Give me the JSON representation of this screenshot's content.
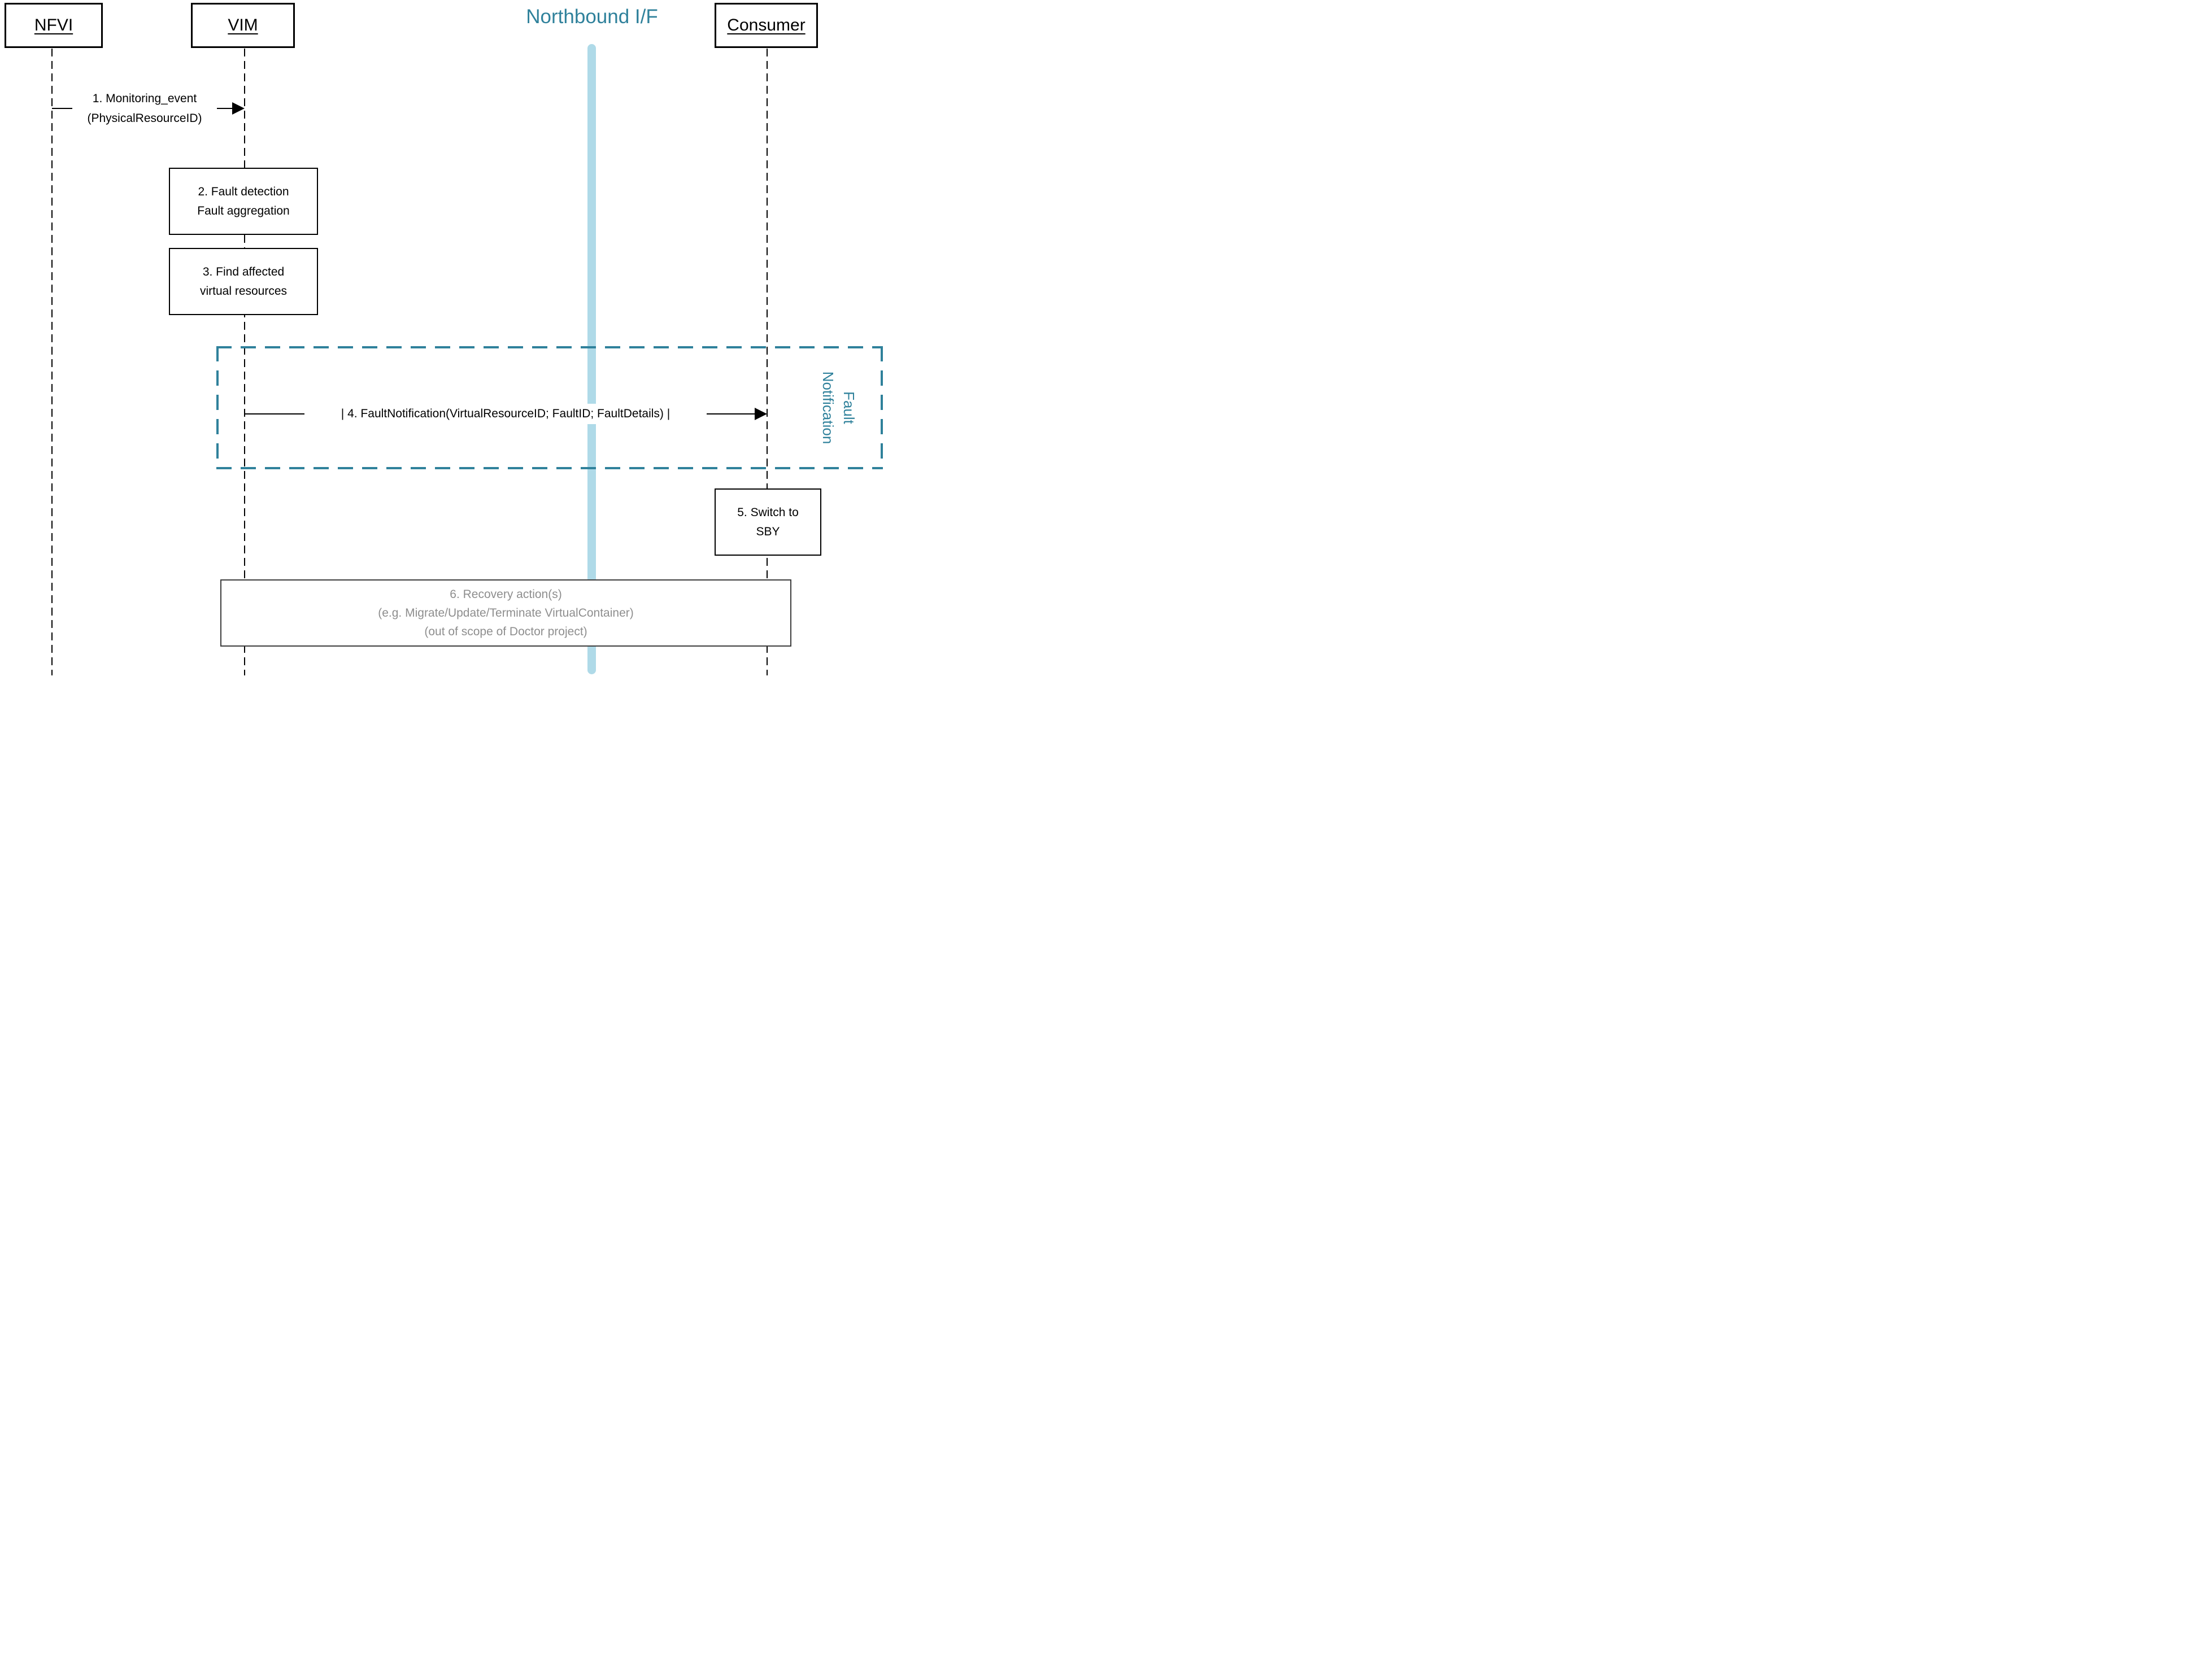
{
  "colors": {
    "teal": "#2F819B",
    "light_blue": "#AFDAE8",
    "gray_text": "#8E8E8E",
    "ink": "#000000"
  },
  "actors": {
    "nfvi": {
      "label": "NFVI"
    },
    "vim": {
      "label": "VIM"
    },
    "consumer": {
      "label": "Consumer"
    }
  },
  "northbound": {
    "label": "Northbound I/F"
  },
  "message1": {
    "line1": "1. Monitoring_event",
    "line2": "(PhysicalResourceID)"
  },
  "box2": {
    "line1": "2. Fault detection",
    "line2": "Fault aggregation"
  },
  "box3": {
    "line1": "3. Find affected",
    "line2": "virtual resources"
  },
  "frame": {
    "line1": "Fault",
    "line2": "Notification"
  },
  "message4": {
    "text": "| 4. FaultNotification(VirtualResourceID; FaultID; FaultDetails) |"
  },
  "box5": {
    "line1": "5. Switch to",
    "line2": "SBY"
  },
  "box6": {
    "line1": "6. Recovery action(s)",
    "line2": "(e.g. Migrate/Update/Terminate VirtualContainer)",
    "line3": "(out of scope of Doctor project)"
  }
}
